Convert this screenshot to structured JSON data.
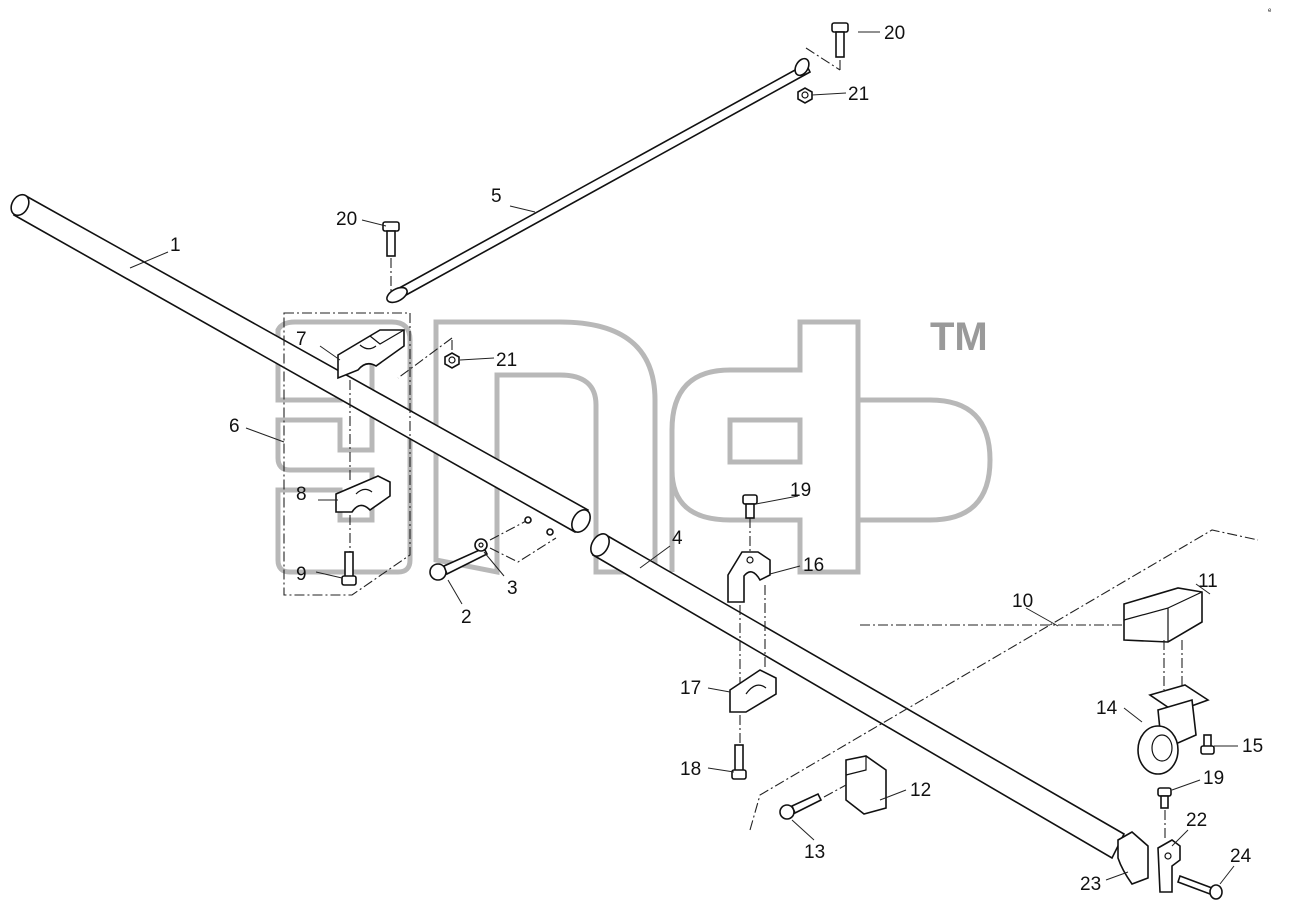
{
  "corner_code": "e",
  "watermark": {
    "tm": "TM"
  },
  "callouts": [
    {
      "id": "c1",
      "text": "1"
    },
    {
      "id": "c2",
      "text": "2"
    },
    {
      "id": "c3",
      "text": "3"
    },
    {
      "id": "c4",
      "text": "4"
    },
    {
      "id": "c5",
      "text": "5"
    },
    {
      "id": "c6",
      "text": "6"
    },
    {
      "id": "c7",
      "text": "7"
    },
    {
      "id": "c8",
      "text": "8"
    },
    {
      "id": "c9",
      "text": "9"
    },
    {
      "id": "c10",
      "text": "10"
    },
    {
      "id": "c11",
      "text": "11"
    },
    {
      "id": "c12",
      "text": "12"
    },
    {
      "id": "c13",
      "text": "13"
    },
    {
      "id": "c14",
      "text": "14"
    },
    {
      "id": "c15",
      "text": "15"
    },
    {
      "id": "c16",
      "text": "16"
    },
    {
      "id": "c17",
      "text": "17"
    },
    {
      "id": "c18",
      "text": "18"
    },
    {
      "id": "c19a",
      "text": "19"
    },
    {
      "id": "c19b",
      "text": "19"
    },
    {
      "id": "c20a",
      "text": "20"
    },
    {
      "id": "c20b",
      "text": "20"
    },
    {
      "id": "c21a",
      "text": "21"
    },
    {
      "id": "c21b",
      "text": "21"
    },
    {
      "id": "c22",
      "text": "22"
    },
    {
      "id": "c23",
      "text": "23"
    },
    {
      "id": "c24",
      "text": "24"
    }
  ]
}
